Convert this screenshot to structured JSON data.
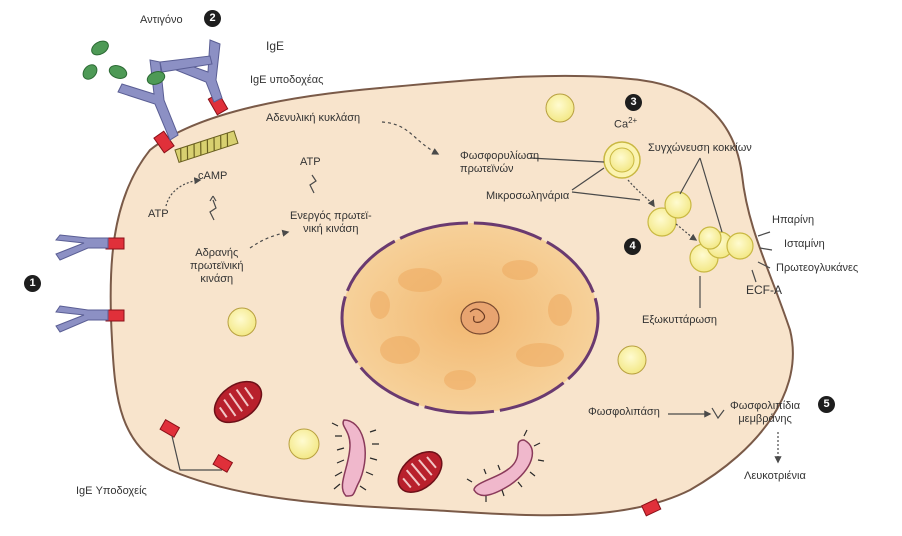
{
  "markers": [
    "1",
    "2",
    "3",
    "4",
    "5"
  ],
  "labels": {
    "antigen": "Αντιγόνο",
    "ige": "IgE",
    "ige_receptors_top": "IgE υποδοχέας",
    "adenylate_cyclase": "Αδενυλική κυκλάση",
    "atp_left": "ATP",
    "camp": "cAMP",
    "atp_top": "ATP",
    "active_kinase": "Ενεργός πρωτεϊ-\nνική κινάση",
    "inactive_kinase": "Αδρανής\nπρωτεϊνική\nκινάση",
    "protein_phosphorylation": "Φωσφορυλίωση\nπρωτεϊνών",
    "calcium": "Ca",
    "calcium_charge": "2+",
    "microtubules": "Μικροσωληνάρια",
    "granule_fusion": "Συγχώνευση κοκκίων",
    "heparin": "Ηπαρίνη",
    "histamine": "Ισταμίνη",
    "proteoglycans": "Πρωτεογλυκάνες",
    "ecf_a": "ECF-A",
    "exocytosis": "Εξωκυττάρωση",
    "phospholipase": "Φωσφολιπάση",
    "membrane_phospholipids": "Φωσφολιπίδια\nμεμβράνης",
    "leukotrienes": "Λευκοτριένια",
    "ige_receptors_bottom": "IgE Υποδοχείς"
  },
  "colors": {
    "cell_fill": "#f8e4cc",
    "cell_stroke": "#7a5a48",
    "nucleus_fill": "#f5c98c",
    "nucleus_stroke": "#6a3a70",
    "antibody": "#8c90c4",
    "receptor": "#e0303a",
    "antigen": "#4e9a56",
    "granule": "#f7ef9c",
    "mitochondrion": "#b8202c",
    "er": "#f0b8cc",
    "marker": "#1e1e1e"
  }
}
